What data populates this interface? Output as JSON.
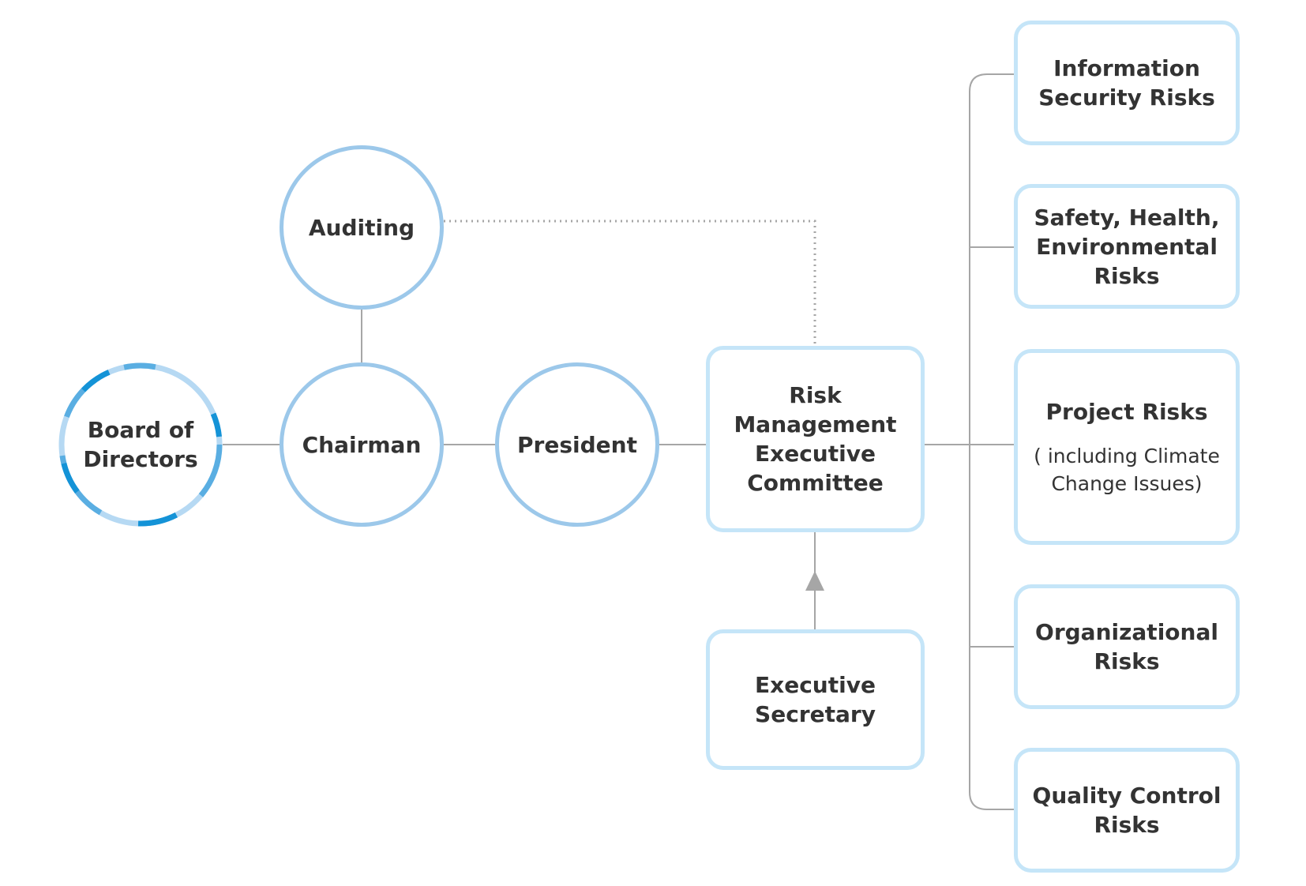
{
  "nodes": {
    "board": {
      "label": "Board of Directors"
    },
    "chairman": {
      "label": "Chairman"
    },
    "president": {
      "label": "President"
    },
    "auditing": {
      "label": "Auditing"
    },
    "committee": {
      "label": "Risk Management Executive Committee"
    },
    "secretary": {
      "label": "Executive Secretary"
    }
  },
  "risks": [
    {
      "label": "Information Security Risks"
    },
    {
      "label": "Safety, Health, Environmental Risks"
    },
    {
      "label": "Project Risks",
      "note": "( including Climate Change Issues)"
    },
    {
      "label": "Organizational Risks"
    },
    {
      "label": "Quality Control Risks"
    }
  ],
  "colors": {
    "circle_border": "#9cc8ea",
    "box_border": "#c5e5f8",
    "board_ring_dark": "#1493d7",
    "board_ring_mid": "#5aaee2",
    "board_ring_light": "#b6d9f3",
    "connector": "#a6a6a6",
    "text": "#333333"
  },
  "icons": {
    "secretary_link": "arrow-up-icon"
  }
}
